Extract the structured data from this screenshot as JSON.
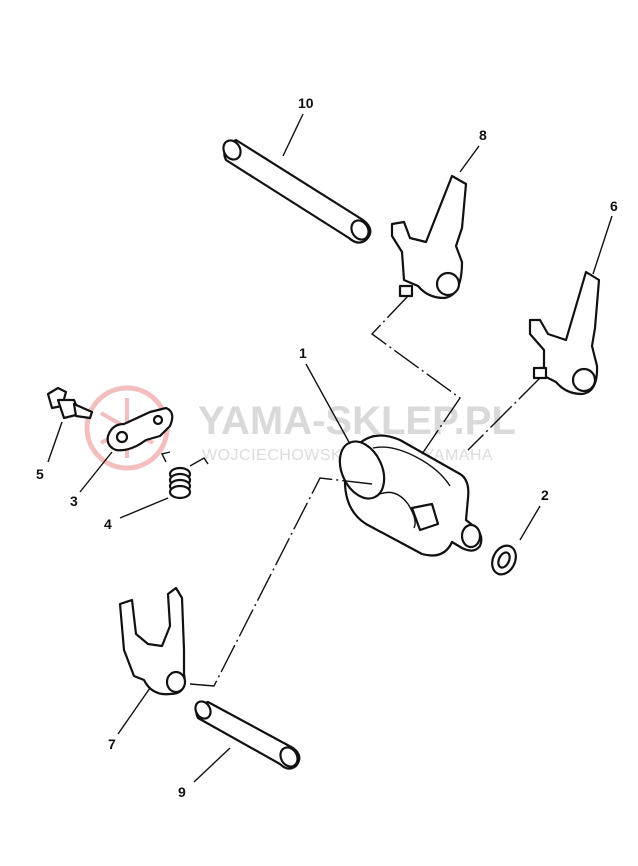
{
  "watermark": {
    "title": "YAMA-SKLEP.PL",
    "subtitle": "WOJCIECHOWSKI DEALER YAMAHA",
    "logo_color": "#f2b3b3"
  },
  "parts": [
    {
      "id": "1",
      "label": "1"
    },
    {
      "id": "2",
      "label": "2"
    },
    {
      "id": "3",
      "label": "3"
    },
    {
      "id": "4",
      "label": "4"
    },
    {
      "id": "5",
      "label": "5"
    },
    {
      "id": "6",
      "label": "6"
    },
    {
      "id": "7",
      "label": "7"
    },
    {
      "id": "8",
      "label": "8"
    },
    {
      "id": "9",
      "label": "9"
    },
    {
      "id": "10",
      "label": "10"
    }
  ]
}
